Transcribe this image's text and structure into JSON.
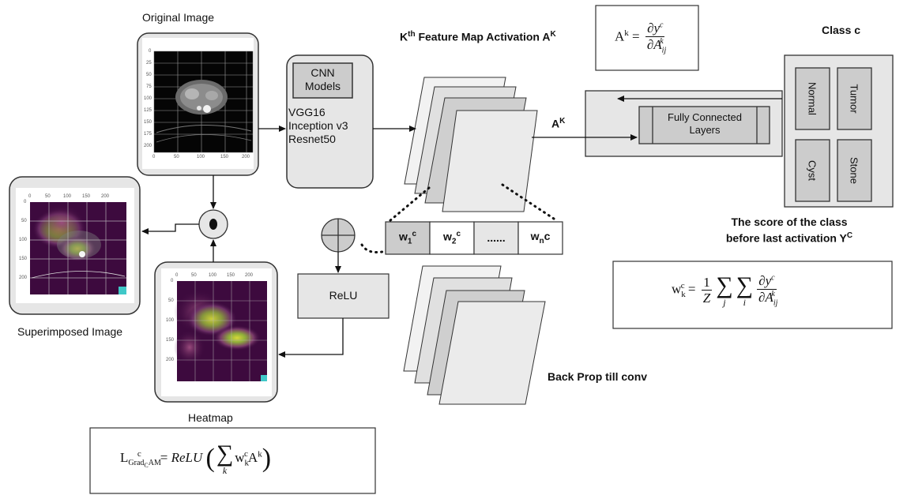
{
  "labels": {
    "original_image": "Original Image",
    "superimposed_image": "Superimposed Image",
    "heatmap": "Heatmap",
    "feature_map_title": "K",
    "feature_map_title_sup": "th",
    "feature_map_title_rest": " Feature Map Activation A",
    "feature_map_title_sup2": "K",
    "class_c": "Class c",
    "ak_label": "A",
    "ak_label_sup": "K",
    "score_line1": "The score of the class",
    "score_line2": "before last activation Y",
    "score_line2_sup": "C",
    "back_prop": "Back Prop till conv"
  },
  "cnn": {
    "title_line1": "CNN",
    "title_line2": "Models",
    "models": [
      "VGG16",
      "Inception v3",
      "Resnet50"
    ]
  },
  "fc": {
    "line1": "Fully Connected",
    "line2": "Layers"
  },
  "classes": [
    "Normal",
    "Tumor",
    "Cyst",
    "Stone"
  ],
  "relu": "ReLU",
  "weights": {
    "w1": "w",
    "w1_sub": "1",
    "w1_sup": "c",
    "w2": "w",
    "w2_sub": "2",
    "w2_sup": "c",
    "dots": "......",
    "wn": "w",
    "wn_sub": "n",
    "wn_sup": "c"
  },
  "plot_ticks": {
    "x": [
      "0",
      "50",
      "100",
      "150",
      "200"
    ],
    "y": [
      "0",
      "25",
      "50",
      "75",
      "100",
      "125",
      "150",
      "175",
      "200"
    ],
    "y_small": [
      "0",
      "50",
      "100",
      "150",
      "200"
    ]
  },
  "colors": {
    "box_fill": "#e6e6e6",
    "inner_fill": "#cccccc",
    "stroke": "#333333",
    "heat_bg": "#3d0a3e",
    "heat_mid": "#6f2d6b",
    "heat_hot": "#b3c23a"
  }
}
